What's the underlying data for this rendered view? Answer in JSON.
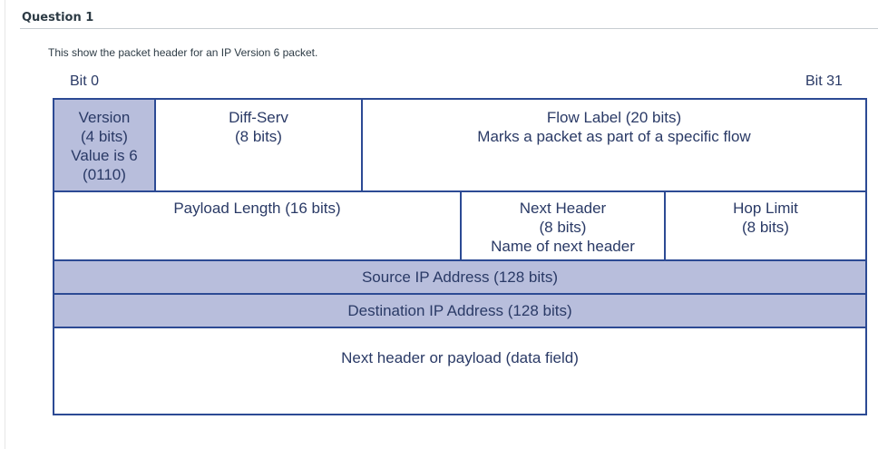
{
  "question": {
    "title": "Question 1"
  },
  "description": "This show the packet header for an IP Version 6 packet.",
  "diagram": {
    "bit_start": "Bit 0",
    "bit_end": "Bit 31",
    "version": [
      "Version",
      "(4 bits)",
      "Value is 6",
      "(0110)"
    ],
    "diffserv": [
      "Diff-Serv",
      "(8 bits)"
    ],
    "flow_label": [
      "Flow Label (20 bits)",
      "Marks a packet as part of a specific flow"
    ],
    "payload_length": "Payload Length (16 bits)",
    "next_header": [
      "Next Header",
      "(8 bits)",
      "Name of next header"
    ],
    "hop_limit": [
      "Hop Limit",
      "(8 bits)"
    ],
    "source": "Source IP Address (128 bits)",
    "destination": "Destination IP Address (128 bits)",
    "payload": "Next header or payload (data field)"
  },
  "colors": {
    "border": "#2c4a94",
    "shaded": "#b8bedc",
    "text": "#2a3a66"
  }
}
